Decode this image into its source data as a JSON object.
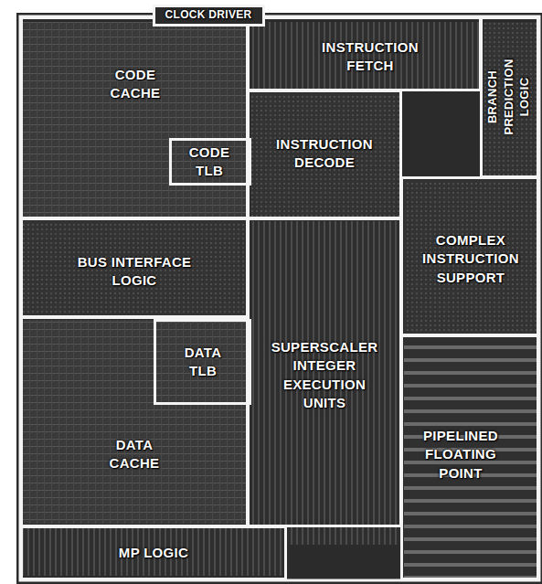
{
  "diagram": {
    "nodes": [
      {
        "text": [
          "CLOCK DRIVER"
        ]
      },
      {
        "text": [
          "CODE CACHE"
        ]
      },
      {
        "text": [
          "CODE TLB"
        ],
        "in": 1
      },
      {
        "text": [
          "INSTRUCTION FETCH"
        ]
      },
      {
        "text": [
          "BRANCH PREDICTION LOGIC"
        ]
      },
      {
        "text": [
          "INSTRUCTION DECODE"
        ]
      },
      {
        "text": [
          "BUS INTERFACE LOGIC"
        ]
      },
      {
        "text": [
          "COMPLEX INSTRUCTION SUPPORT"
        ]
      },
      {
        "text": [
          "SUPERSCALER INTEGER EXECUTION UNITS"
        ]
      },
      {
        "text": [
          "DATA CACHE"
        ]
      },
      {
        "text": [
          "DATA TLB"
        ],
        "in": 9
      },
      {
        "text": [
          "PIPELINED FLOATING POINT"
        ]
      },
      {
        "text": [
          "MP LOGIC"
        ]
      }
    ]
  }
}
